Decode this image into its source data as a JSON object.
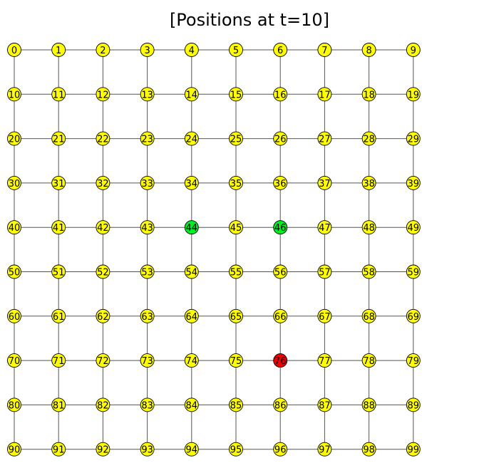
{
  "title": "[Positions at t=10]",
  "grid": {
    "rows": 10,
    "cols": 10,
    "labels": [
      "0",
      "1",
      "2",
      "3",
      "4",
      "5",
      "6",
      "7",
      "8",
      "9",
      "10",
      "11",
      "12",
      "13",
      "14",
      "15",
      "16",
      "17",
      "18",
      "19",
      "20",
      "21",
      "22",
      "23",
      "24",
      "25",
      "26",
      "27",
      "28",
      "29",
      "30",
      "31",
      "32",
      "33",
      "34",
      "35",
      "36",
      "37",
      "38",
      "39",
      "40",
      "41",
      "42",
      "43",
      "44",
      "45",
      "46",
      "47",
      "48",
      "49",
      "50",
      "51",
      "52",
      "53",
      "54",
      "55",
      "56",
      "57",
      "58",
      "59",
      "60",
      "61",
      "62",
      "63",
      "64",
      "65",
      "66",
      "67",
      "68",
      "69",
      "70",
      "71",
      "72",
      "73",
      "74",
      "75",
      "76",
      "77",
      "78",
      "79",
      "80",
      "81",
      "82",
      "83",
      "84",
      "85",
      "86",
      "87",
      "88",
      "89",
      "90",
      "91",
      "92",
      "93",
      "94",
      "95",
      "96",
      "97",
      "98",
      "99"
    ]
  },
  "colors": {
    "default_node": "#ffff00",
    "highlight_green": "#00ee22",
    "highlight_red": "#ee0000",
    "edge": "#555555",
    "node_border": "#000000"
  },
  "highlighted_nodes": {
    "green": [
      44,
      46
    ],
    "red": [
      76
    ]
  }
}
